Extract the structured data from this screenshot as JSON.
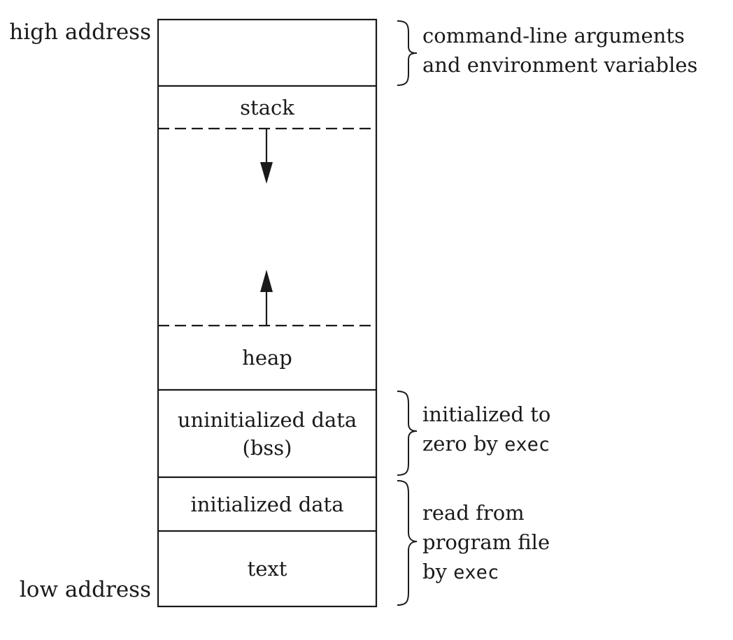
{
  "labels": {
    "high_address": "high address",
    "low_address": "low address"
  },
  "segments": {
    "args_env": "",
    "stack": "stack",
    "heap": "heap",
    "bss_line1": "uninitialized data",
    "bss_line2": "(bss)",
    "data": "initialized data",
    "text": "text"
  },
  "annotations": {
    "args": {
      "line1": "command-line arguments",
      "line2": "and environment variables"
    },
    "bss": {
      "line1": "initialized to",
      "line2_prefix": "zero by ",
      "line2_code": "exec"
    },
    "file": {
      "line1": "read from",
      "line2": "program file",
      "line3_prefix": "by ",
      "line3_code": "exec"
    }
  },
  "colors": {
    "stroke": "#1a1a1a",
    "background": "#ffffff"
  }
}
